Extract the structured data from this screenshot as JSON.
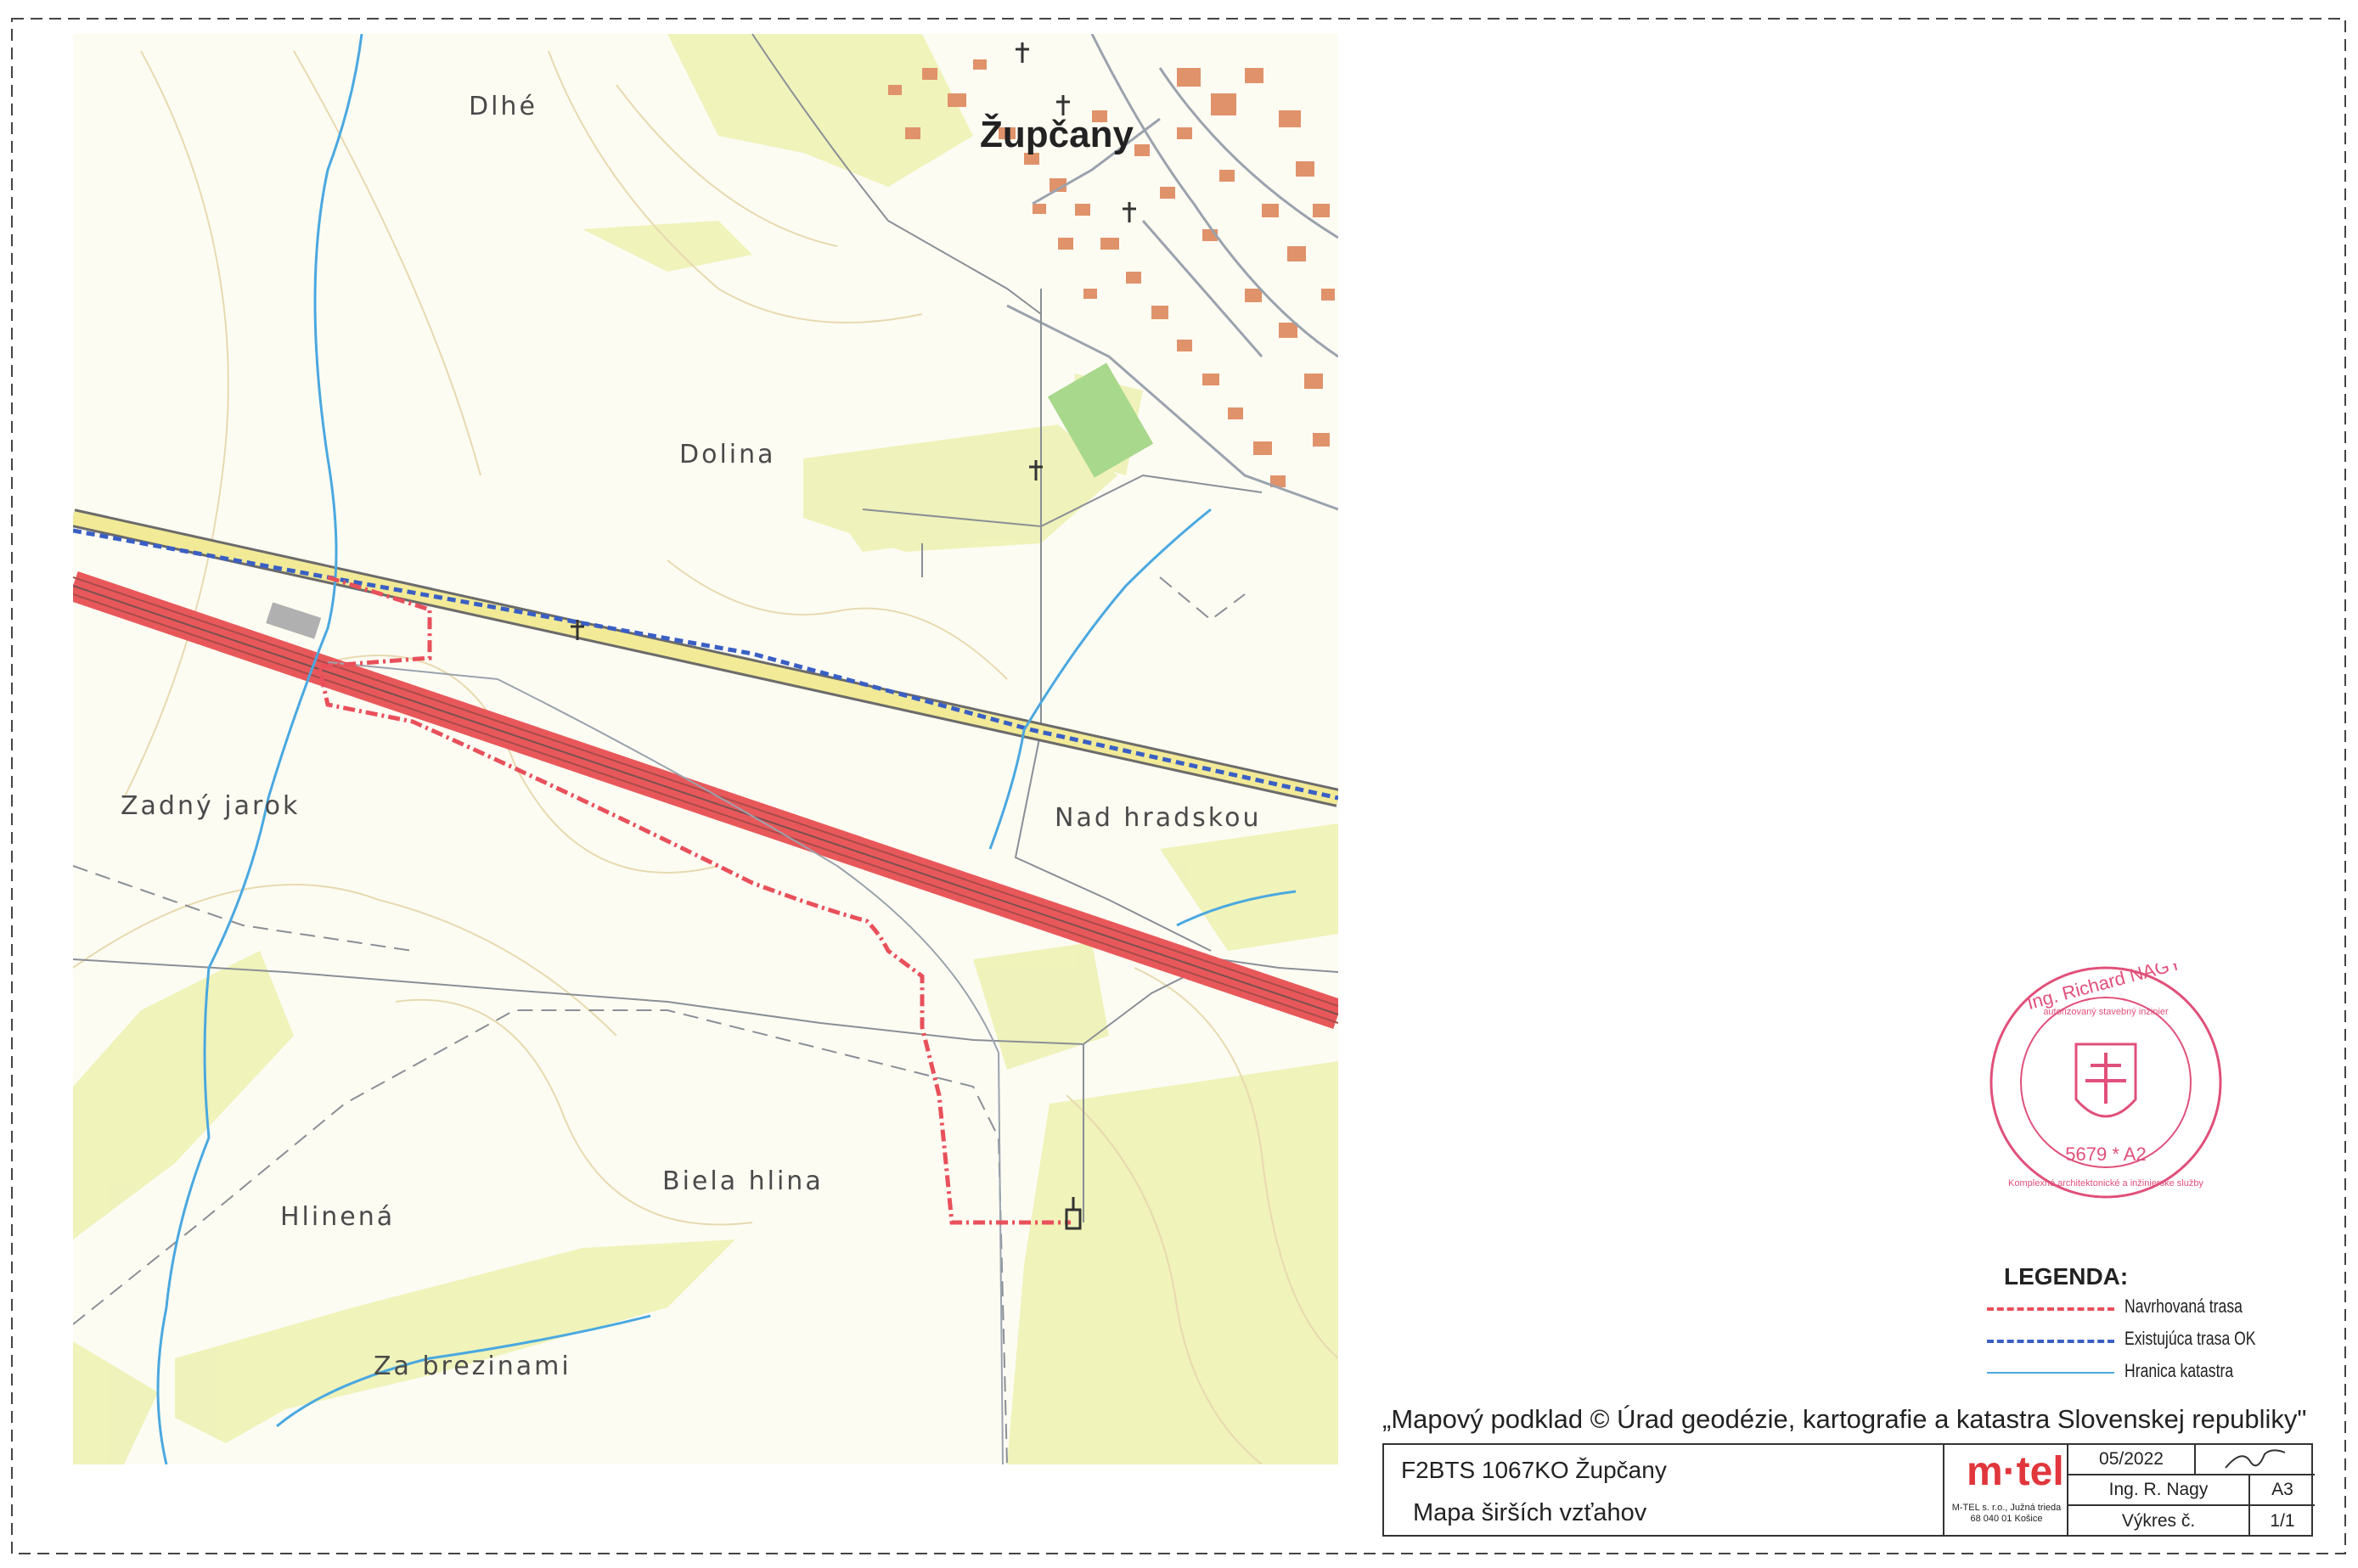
{
  "map": {
    "town_label": "Župčany",
    "places": [
      "Dlhé",
      "Dolina",
      "Zadný jarok",
      "Nad hradskou",
      "Biela hlina",
      "Hlinená",
      "Za brezinami"
    ]
  },
  "legend": {
    "title": "LEGENDA:",
    "items": [
      {
        "label": "Navrhovaná trasa",
        "color": "#e8505b",
        "style": "dash-dot"
      },
      {
        "label": "Existujúca trasa OK",
        "color": "#3a5fc4",
        "style": "dash-dot"
      },
      {
        "label": "Hranica katastra",
        "color": "#4aa8e0",
        "style": "solid"
      }
    ]
  },
  "credit": "„Mapový podklad © Úrad geodézie, kartografie a katastra Slovenskej republiky\"",
  "title_block": {
    "project": "F2BTS 1067KO Župčany",
    "subject": "Mapa širších vzťahov",
    "company_logo": "m·tel",
    "company_address": "M-TEL s. r.o., Južná trieda 68 040 01 Košice",
    "date": "05/2022",
    "author": "Ing. R. Nagy",
    "format": "A3",
    "drawing_no_label": "Výkres č.",
    "drawing_no": "1/1"
  },
  "stamp": {
    "name": "Ing. Richard NAGY",
    "line2": "autorizovaný stavebný inžinier",
    "number": "5679 * A2",
    "line4": "Komplexné architektonické a inžinierske služby"
  },
  "colors": {
    "highway": "#e8585a",
    "road": "#f2ea96",
    "proposed_route": "#e8505b",
    "existing_route": "#3a5fc4",
    "stream": "#4aa8e0",
    "stamp": "#e0507a"
  }
}
